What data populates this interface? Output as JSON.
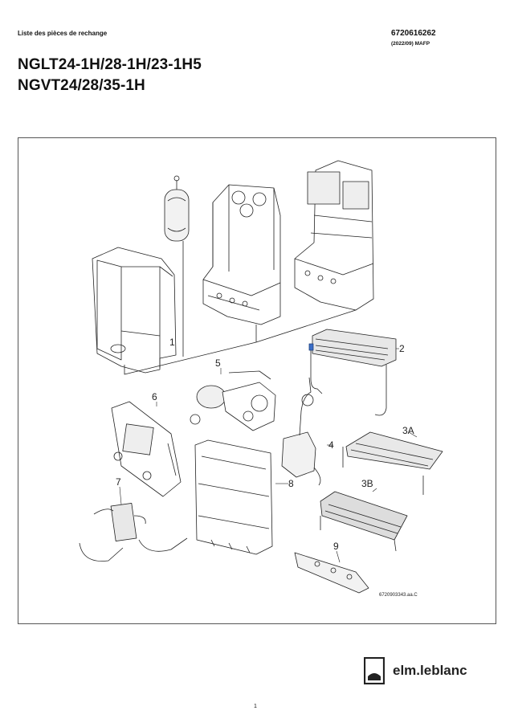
{
  "header": {
    "doc_label": "Liste des pièces de rechange",
    "doc_number": "6720616262",
    "doc_date": "(2022/09) MAFP"
  },
  "title": {
    "line1": "NGLT24-1H/28-1H/23-1H5",
    "line2": "NGVT24/28/35-1H"
  },
  "diagram": {
    "callouts": {
      "c1": "1",
      "c2": "2",
      "c3a": "3A",
      "c3b": "3B",
      "c4": "4",
      "c5": "5",
      "c6": "6",
      "c7": "7",
      "c8": "8",
      "c9": "9"
    },
    "ref_code": "6720903343.aa.C"
  },
  "footer": {
    "logo_text": "elm.leblanc",
    "page_number": "1"
  }
}
